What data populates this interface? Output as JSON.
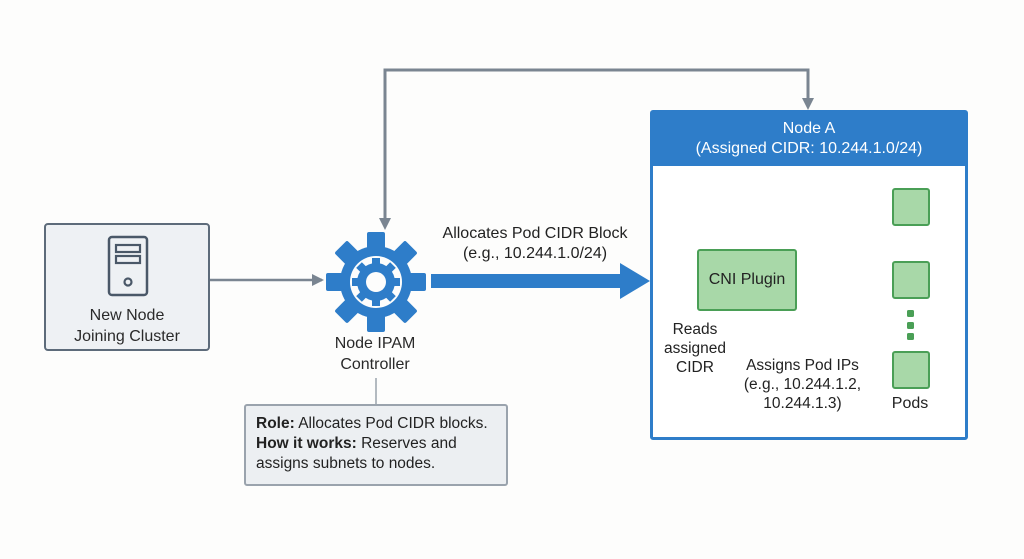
{
  "diagram": {
    "new_node": {
      "label_line1": "New Node",
      "label_line2": "Joining Cluster",
      "icon": "server-icon"
    },
    "controller": {
      "label_line1": "Node IPAM",
      "label_line2": "Controller",
      "icon": "gear-icon"
    },
    "allocation_arrow": {
      "label_line1": "Allocates Pod CIDR Block",
      "label_line2": "(e.g., 10.244.1.0/24)"
    },
    "role_box": {
      "role_key": "Role:",
      "role_value": " Allocates Pod CIDR blocks.",
      "how_key": "How it works:",
      "how_value": " Reserves and assigns subnets to nodes."
    },
    "node_a": {
      "title": "Node A",
      "subtitle": "(Assigned CIDR: 10.244.1.0/24)"
    },
    "cni_plugin": {
      "label": "CNI Plugin"
    },
    "reads_cidr": {
      "line1": "Reads",
      "line2": "assigned",
      "line3": "CIDR"
    },
    "assigns_ips": {
      "line1": "Assigns Pod IPs",
      "line2": "(e.g., 10.244.1.2,",
      "line3": "10.244.1.3)"
    },
    "pods": {
      "label": "Pods",
      "count_shown": 3
    }
  },
  "colors": {
    "accent_blue": "#2e7dc9",
    "pod_green": "#a8d8a8",
    "pod_border": "#4a9f56",
    "connector_gray": "#7a8591"
  }
}
